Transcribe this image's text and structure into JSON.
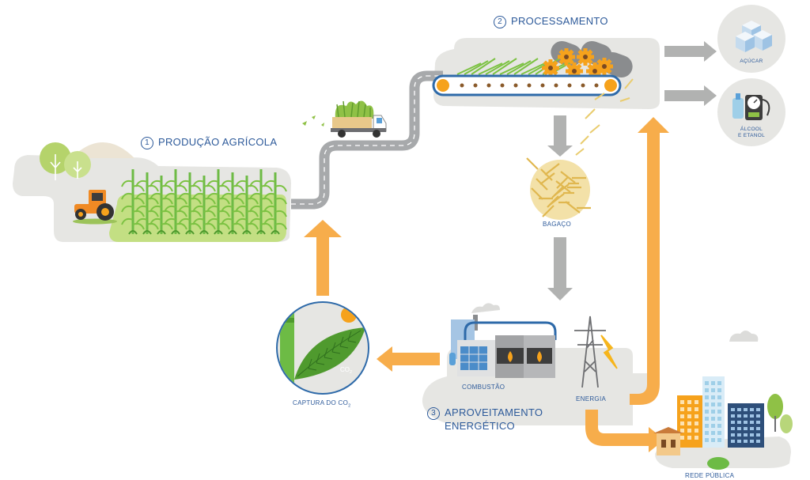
{
  "stages": {
    "producao": {
      "number": "1",
      "label": "PRODUÇÃO AGRÍCOLA"
    },
    "processamento": {
      "number": "2",
      "label": "PROCESSAMENTO"
    },
    "aproveitamento": {
      "number": "3",
      "line1": "APROVEITAMENTO",
      "line2": "ENERGÉTICO"
    }
  },
  "outputs": {
    "acucar": "AÇÚCAR",
    "alcool_line1": "ÁLCOOL",
    "alcool_line2": "E ETANOL"
  },
  "labels": {
    "bagaco": "BAGAÇO",
    "combustao": "COMBUSTÃO",
    "energia": "ENERGIA",
    "captura_prefix": "CAPTURA DO CO",
    "captura_sub": "2",
    "co2_prefix": "CO",
    "co2_sub": "2",
    "rede_publica": "REDE PÚBLICA"
  },
  "colors": {
    "label_blue": "#2d5a9a",
    "arrow_orange": "#f7ad4b",
    "arrow_gray": "#b1b2b1",
    "bg_gray": "#e6e6e3",
    "plant_green": "#7cc242",
    "light_green": "#c3df83",
    "machine_blue": "#2e6aa9",
    "gear_orange": "#f6a21c"
  },
  "icons": [
    "tractor-icon",
    "truck-icon",
    "conveyor-icon",
    "sugar-cubes-icon",
    "ethanol-pump-icon",
    "bagasse-icon",
    "power-plant-icon",
    "transmission-tower-icon",
    "leaf-co2-icon",
    "city-icon"
  ]
}
